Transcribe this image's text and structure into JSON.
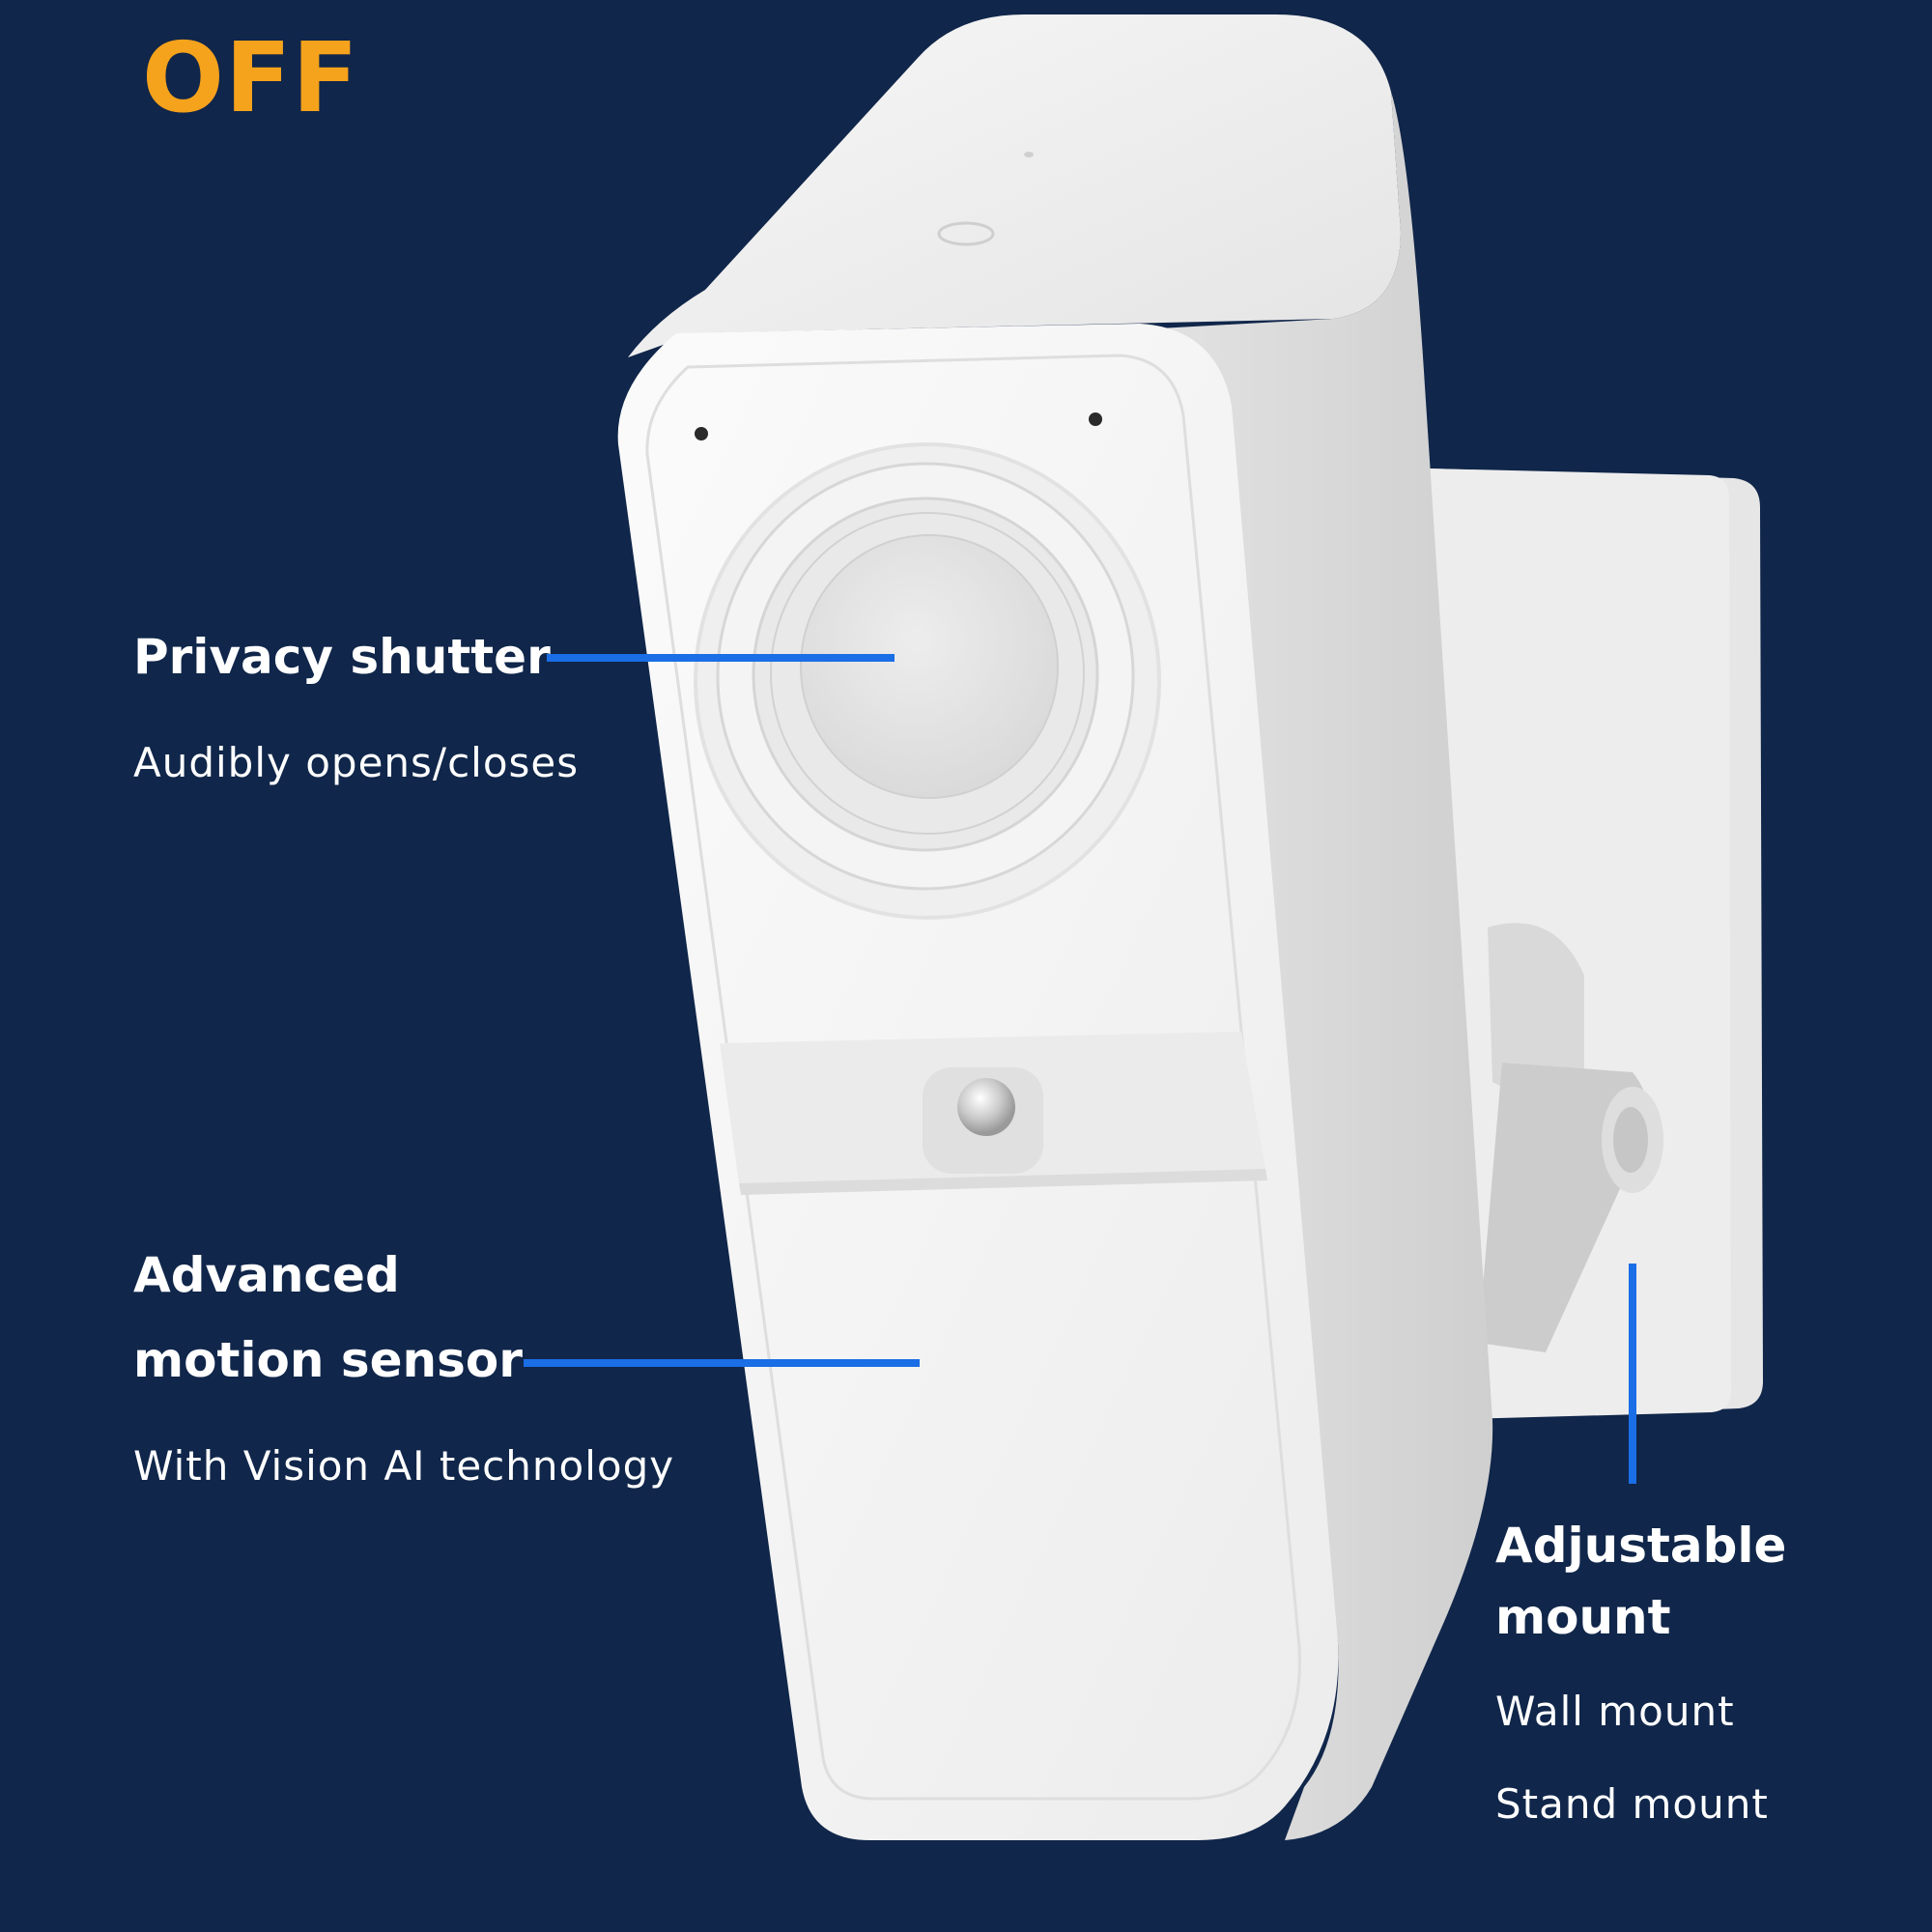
{
  "status_label": "OFF",
  "colors": {
    "background": "#10264a",
    "status": "#f5a21c",
    "leader_line": "#1a6ee6",
    "device_body": "#f1f1f1"
  },
  "callouts": {
    "privacy": {
      "title": "Privacy shutter",
      "subtitle": "Audibly opens/closes"
    },
    "motion": {
      "title_line1": "Advanced",
      "title_line2": "motion sensor",
      "subtitle": "With Vision AI technology"
    },
    "mount": {
      "title_line1": "Adjustable",
      "title_line2": "mount",
      "option1": "Wall mount",
      "option2": "Stand mount"
    }
  }
}
